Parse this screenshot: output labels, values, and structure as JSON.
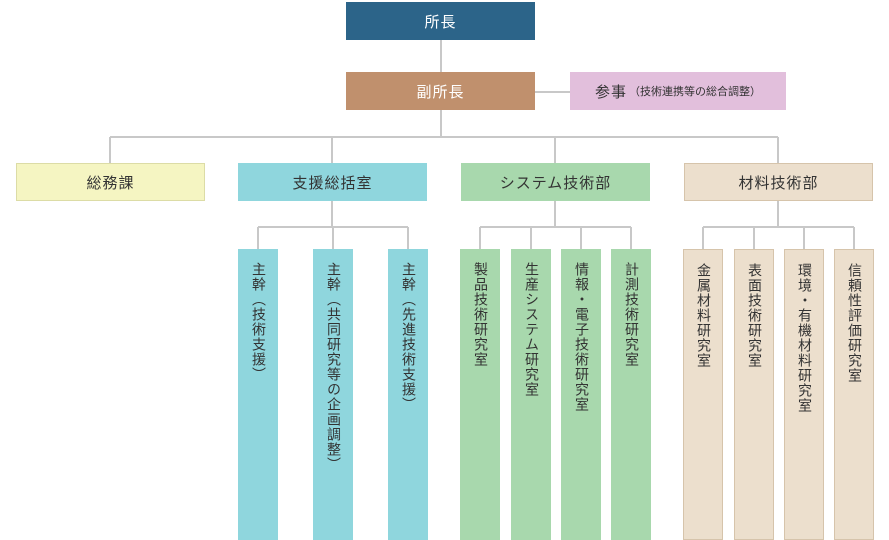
{
  "org": {
    "head": "所長",
    "deputy": "副所長",
    "advisor": {
      "title": "参事",
      "note": "（技術連携等の総合調整）"
    }
  },
  "departments": {
    "general_affairs": "総務課",
    "support": "支援総括室",
    "systems": "システム技術部",
    "materials": "材料技術部"
  },
  "units": {
    "support": [
      "主幹（技術支援）",
      "主幹（共同研究等の企画調整）",
      "主幹（先進技術支援）"
    ],
    "systems": [
      "製品技術研究室",
      "生産システム研究室",
      "情報・電子技術研究室",
      "計測技術研究室"
    ],
    "materials": [
      "金属材料研究室",
      "表面技術研究室",
      "環境・有機材料研究室",
      "信頼性評価研究室"
    ]
  },
  "colors": {
    "head": "#2c6489",
    "deputy": "#c0906d",
    "advisor": "#e2bfdc",
    "general_affairs": "#f5f5c2",
    "support": "#8fd6dd",
    "systems": "#a8d8ad",
    "materials": "#ecdfcd",
    "connector": "#c8c8c8"
  }
}
